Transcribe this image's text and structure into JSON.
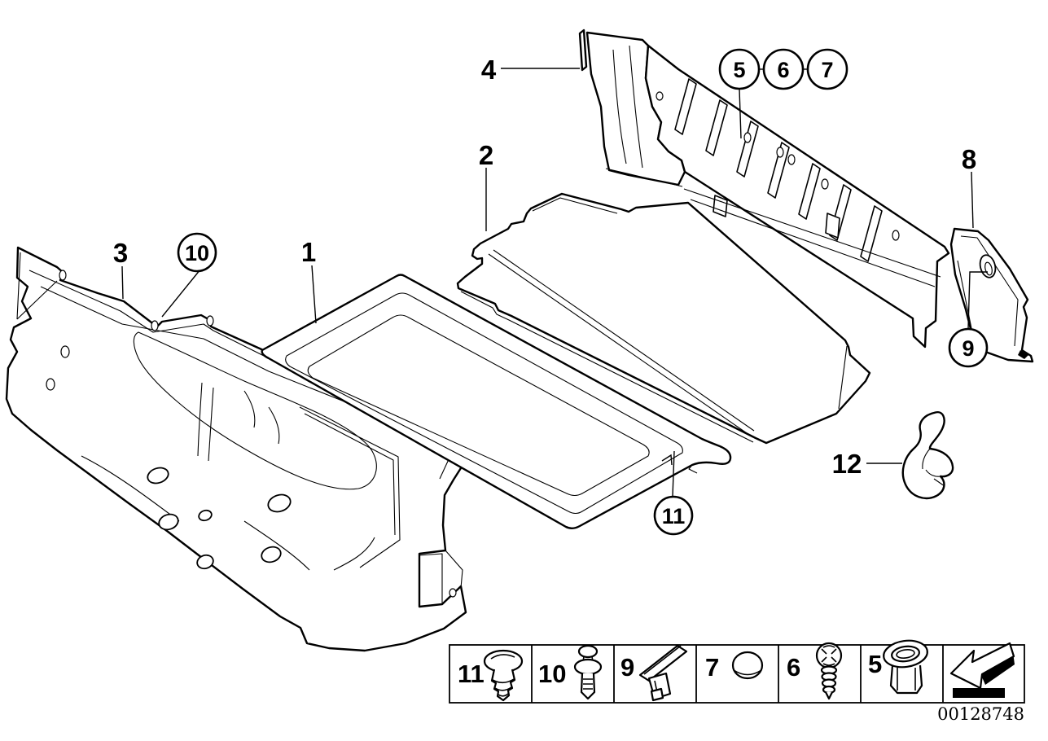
{
  "figure": {
    "background_color": "#ffffff",
    "line_color": "#000000",
    "image_number": "00128748",
    "callouts": {
      "plain": [
        {
          "label": "1"
        },
        {
          "label": "2"
        },
        {
          "label": "3"
        },
        {
          "label": "4"
        },
        {
          "label": "8"
        },
        {
          "label": "12"
        }
      ],
      "circled": [
        {
          "label": "5"
        },
        {
          "label": "6"
        },
        {
          "label": "7"
        },
        {
          "label": "9"
        },
        {
          "label": "10"
        },
        {
          "label": "11"
        }
      ]
    },
    "legend": {
      "items": [
        {
          "label": "11",
          "icon": "expanding-rivet-icon"
        },
        {
          "label": "10",
          "icon": "pin-rivet-icon"
        },
        {
          "label": "9",
          "icon": "clamp-clip-icon"
        },
        {
          "label": "7",
          "icon": "cover-cap-icon"
        },
        {
          "label": "6",
          "icon": "phillips-screw-icon"
        },
        {
          "label": "5",
          "icon": "grommet-icon"
        },
        {
          "label": "",
          "icon": "direction-arrow-icon"
        }
      ]
    }
  }
}
